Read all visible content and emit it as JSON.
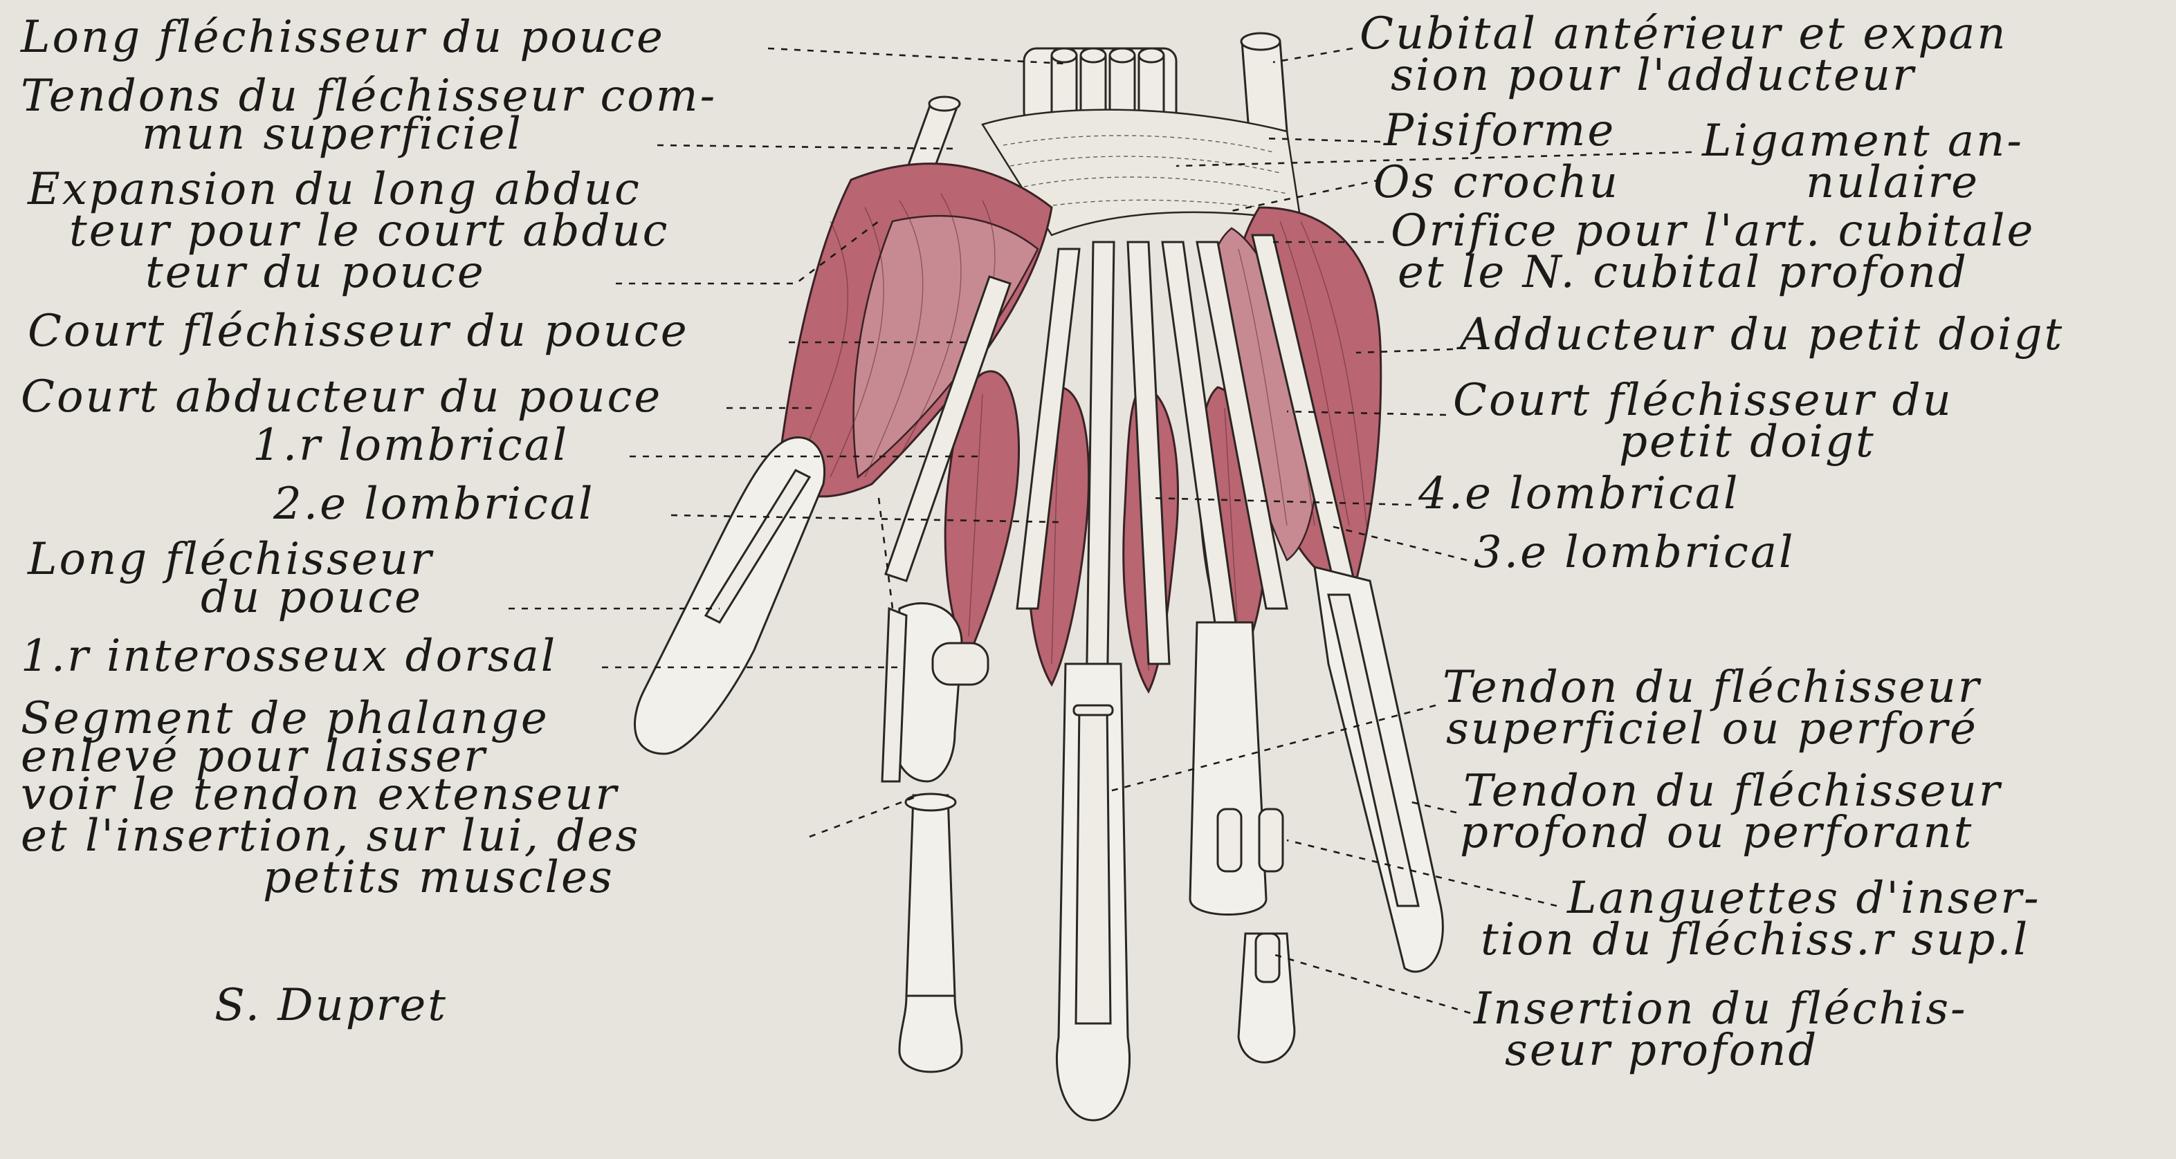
{
  "labels_left": [
    "Long fléchisseur du pouce",
    "Tendons du fléchisseur com-",
    "mun superficiel",
    "Expansion du long abduc",
    "teur pour le court abduc",
    "teur du pouce",
    "Court fléchisseur du pouce",
    "Court abducteur du pouce",
    "1.r lombrical",
    "2.e lombrical",
    "Long fléchisseur",
    "du pouce",
    "1.r interosseux dorsal",
    "Segment de phalange",
    "enlevé pour laisser",
    "voir le tendon extenseur",
    "et l'insertion, sur lui, des",
    "petits muscles"
  ],
  "labels_right": [
    "Cubital antérieur et expan",
    "sion pour l'adducteur",
    "Pisiforme",
    "Ligament an-",
    "nulaire",
    "Os crochu",
    "Orifice pour l'art. cubitale",
    "et le N. cubital profond",
    "Adducteur du petit doigt",
    "Court fléchisseur du",
    "petit doigt",
    "4.e lombrical",
    "3.e lombrical",
    "Tendon du fléchisseur",
    "superficiel ou perforé",
    "Tendon du fléchisseur",
    "profond ou perforant",
    "Languettes d'inser-",
    "tion du fléchiss.r sup.l",
    "Insertion du fléchis-",
    "seur profond"
  ],
  "signature": "S. Dupret",
  "colors": {
    "background": "#e6e4dd",
    "muscle": "#b96572",
    "ink": "#1c1a18"
  }
}
